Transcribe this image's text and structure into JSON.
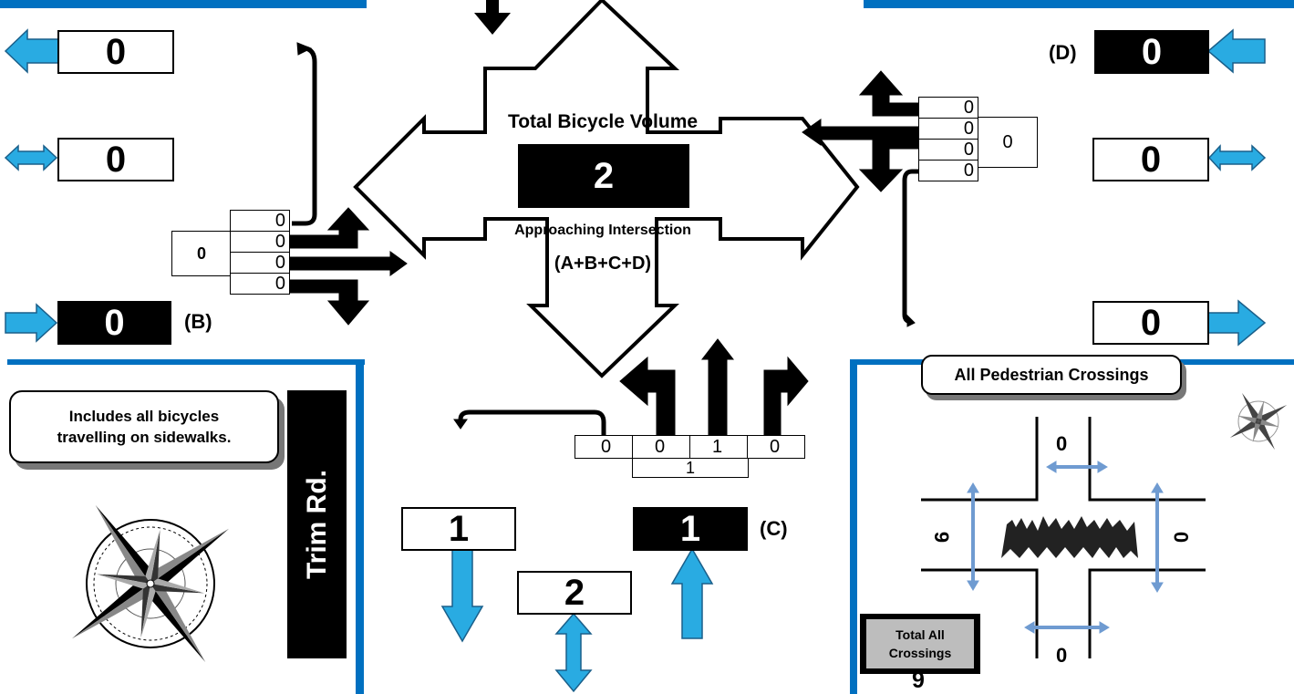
{
  "central": {
    "title": "Total Bicycle Volume",
    "total": "2",
    "subtitle": "Approaching Intersection",
    "formula": "(A+B+C+D)"
  },
  "west": {
    "label": "(B)",
    "out_left": "0",
    "out_both": "0",
    "in_right": "0",
    "approach_total": "0",
    "lane_counts": [
      "0",
      "0",
      "0",
      "0"
    ]
  },
  "east": {
    "label": "(D)",
    "in_left": "0",
    "out_both": "0",
    "out_right": "0",
    "approach_total": "0",
    "lane_counts": [
      "0",
      "0",
      "0",
      "0"
    ]
  },
  "south": {
    "label": "(C)",
    "out_down": "1",
    "out_both": "2",
    "in_up": "1",
    "approach_total": "1",
    "lane_counts": [
      "0",
      "0",
      "1",
      "0"
    ]
  },
  "note": {
    "line1": "Includes all bicycles",
    "line2": "travelling on sidewalks."
  },
  "street_name": "Trim Rd.",
  "pedestrian": {
    "title": "All Pedestrian Crossings",
    "north": "0",
    "south": "0",
    "west": "9",
    "east": "0",
    "total_label_line1": "Total All",
    "total_label_line2": "Crossings",
    "total": "9"
  },
  "colors": {
    "accent_blue": "#0070C0",
    "arrow_blue": "#29ABE2",
    "black": "#000000",
    "gray": "#BDBDBD"
  },
  "icons": [
    "compass-rose-icon",
    "compass-small-icon",
    "pedestrians-icon",
    "turn-arrow-icon",
    "bicycle-direction-arrow-icon"
  ]
}
